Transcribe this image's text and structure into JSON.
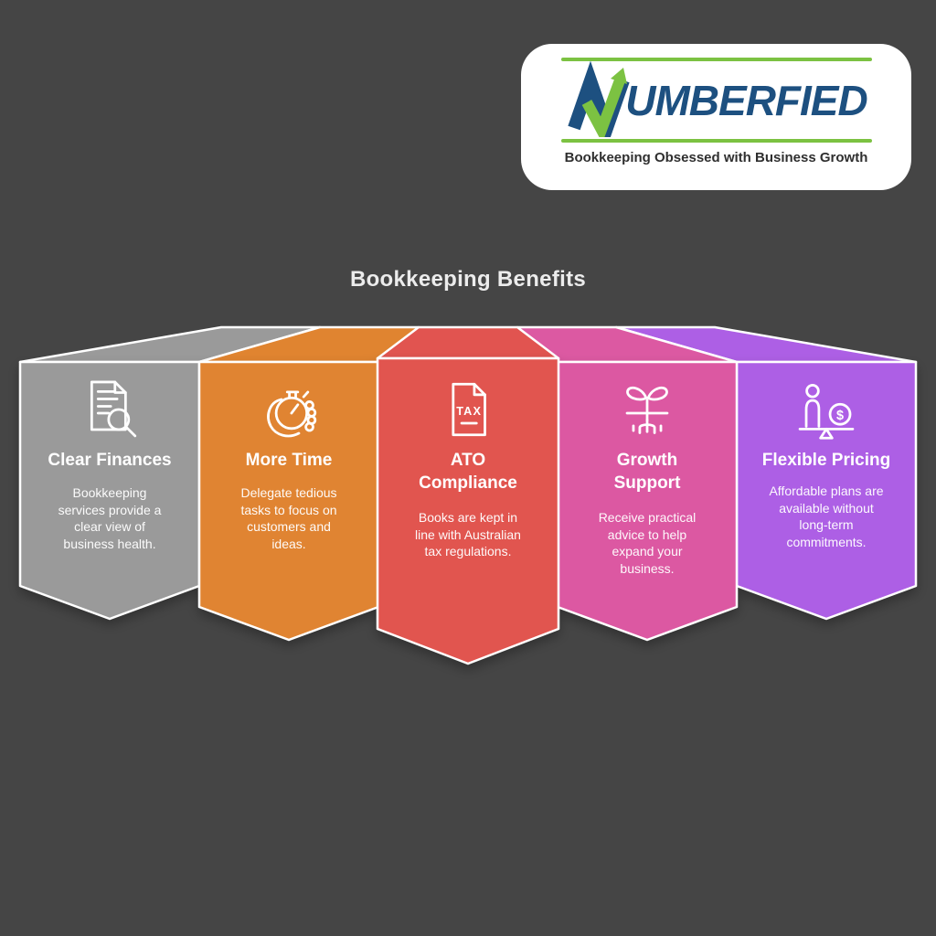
{
  "colors": {
    "background": "#454545",
    "banner_stroke": "#ffffff",
    "logo_blue": "#1d5080",
    "logo_green": "#7cc242",
    "logo_card_bg": "#ffffff",
    "tagline_text": "#2f2f2f",
    "title_text": "#ececec"
  },
  "header": {
    "logo": {
      "brand": "NUMBERFIED",
      "brand_rest": "UMBERFIED",
      "tagline": "Bookkeeping Obsessed with Business Growth"
    },
    "infographic_title": "Bookkeeping Benefits"
  },
  "cards": [
    {
      "title": "Clear Finances",
      "body": "Bookkeeping\nservices provide a\nclear view of\nbusiness health.",
      "color": "#9a9a9a",
      "icon": "document-search-icon"
    },
    {
      "title": "More Time",
      "body": "Delegate tedious\ntasks to focus on\ncustomers and\nideas.",
      "color": "#e08430",
      "icon": "hand-stopwatch-icon"
    },
    {
      "title": "ATO\nCompliance",
      "body": "Books are kept in\nline with Australian\ntax regulations.",
      "color": "#e15450",
      "icon": "tax-document-icon",
      "tax_label": "TAX"
    },
    {
      "title": "Growth\nSupport",
      "body": "Receive practical\nadvice to help\nexpand your\nbusiness.",
      "color": "#dc59a2",
      "icon": "plant-roots-icon"
    },
    {
      "title": "Flexible Pricing",
      "body": "Affordable plans are\navailable without\nlong-term\ncommitments.",
      "color": "#ad5fe5",
      "icon": "balance-dollar-icon",
      "dollar_label": "$"
    }
  ]
}
